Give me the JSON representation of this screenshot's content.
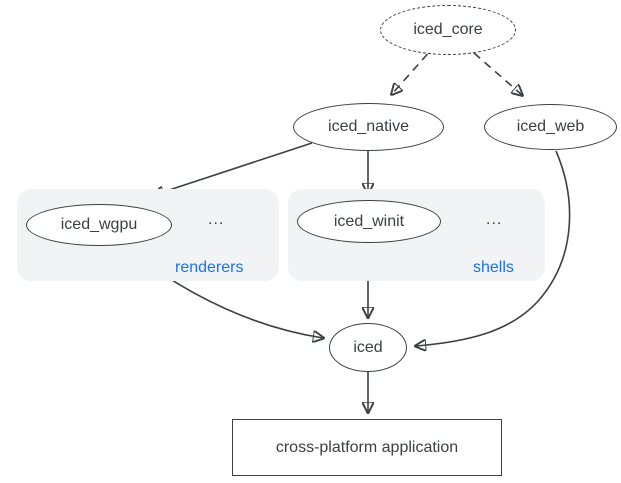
{
  "diagram": {
    "colors": {
      "stroke": "#3c4043",
      "text": "#3c4043",
      "accent_blue": "#1a73e8",
      "group_fill": "#f1f3f4",
      "background": "#ffffff"
    },
    "nodes": {
      "iced_core": {
        "label": "iced_core",
        "shape": "dashed-ellipse"
      },
      "iced_native": {
        "label": "iced_native",
        "shape": "ellipse"
      },
      "iced_web": {
        "label": "iced_web",
        "shape": "ellipse"
      },
      "iced_wgpu": {
        "label": "iced_wgpu",
        "shape": "ellipse"
      },
      "iced_winit": {
        "label": "iced_winit",
        "shape": "ellipse"
      },
      "iced": {
        "label": "iced",
        "shape": "ellipse"
      },
      "application": {
        "label": "cross-platform application",
        "shape": "rectangle"
      }
    },
    "groups": {
      "renderers": {
        "label": "renderers",
        "ellipsis": "...",
        "members": [
          "iced_wgpu"
        ]
      },
      "shells": {
        "label": "shells",
        "ellipsis": "...",
        "members": [
          "iced_winit"
        ]
      }
    },
    "edges": [
      {
        "from": "iced_core",
        "to": "iced_native",
        "style": "dashed"
      },
      {
        "from": "iced_core",
        "to": "iced_web",
        "style": "dashed"
      },
      {
        "from": "iced_native",
        "to": "iced_wgpu",
        "style": "solid"
      },
      {
        "from": "iced_native",
        "to": "iced_winit",
        "style": "solid"
      },
      {
        "from": "iced_wgpu",
        "to": "iced",
        "style": "solid"
      },
      {
        "from": "iced_winit",
        "to": "iced",
        "style": "solid"
      },
      {
        "from": "iced_web",
        "to": "iced",
        "style": "solid"
      },
      {
        "from": "iced",
        "to": "application",
        "style": "solid"
      }
    ]
  }
}
